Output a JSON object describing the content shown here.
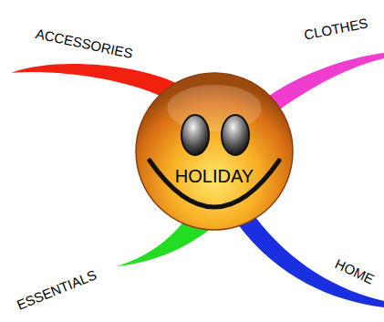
{
  "diagram": {
    "nodes": [
      {
        "text": [
          "HOLIDAY"
        ]
      }
    ],
    "labels": [
      "ACCESSORIES",
      "CLOTHES",
      "ESSENTIALS",
      "HOME"
    ]
  }
}
